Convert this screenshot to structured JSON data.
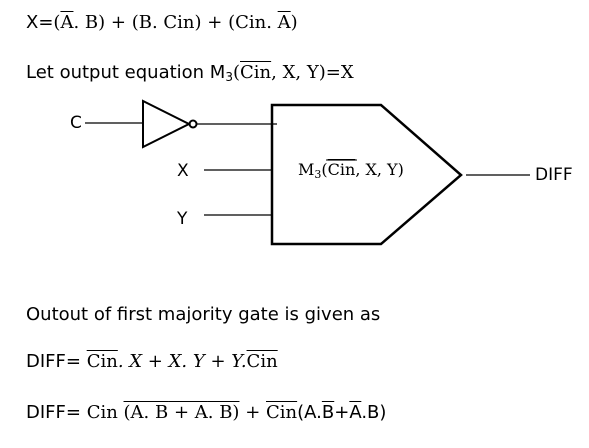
{
  "equation1": {
    "lhs": "X=",
    "p1": "(",
    "a_bar": "A",
    "p1_rest": ". B)",
    "plus1": " + ",
    "p2": "(B. Cin)",
    "plus2": " + ",
    "p3": "(Cin. ",
    "a_bar2": "A",
    "p3_close": ")"
  },
  "equation2": {
    "text": "Let output equation M",
    "sub": "3",
    "open": "(",
    "cin_bar": "Cin",
    "rest": ", X, Y)=X"
  },
  "diagram": {
    "input_c": "C",
    "input_x": "X",
    "input_y": "Y",
    "gate_label_prefix": "M",
    "gate_label_sub": "3",
    "gate_label_open": "(",
    "gate_label_bar": "Cin",
    "gate_label_rest": ", X, Y)",
    "output": "DIFF"
  },
  "equation3": {
    "text": "Outout of first majority gate is given as"
  },
  "equation4": {
    "lhs": "DIFF= ",
    "cin_bar": "Cin",
    "t1": ". X + X. Y + Y.",
    "cin_bar2": "Cin"
  },
  "equation5": {
    "lhs": "DIFF= ",
    "cin": "Cin ",
    "over_part1": "(A. B",
    "over_part2": " + A",
    "over_part3": ". B)",
    "plus": " + ",
    "cin_bar": "Cin",
    "tail1": "(A.",
    "b_bar": "B",
    "tail2": "+",
    "a_bar": "A",
    "tail3": ".B)"
  }
}
